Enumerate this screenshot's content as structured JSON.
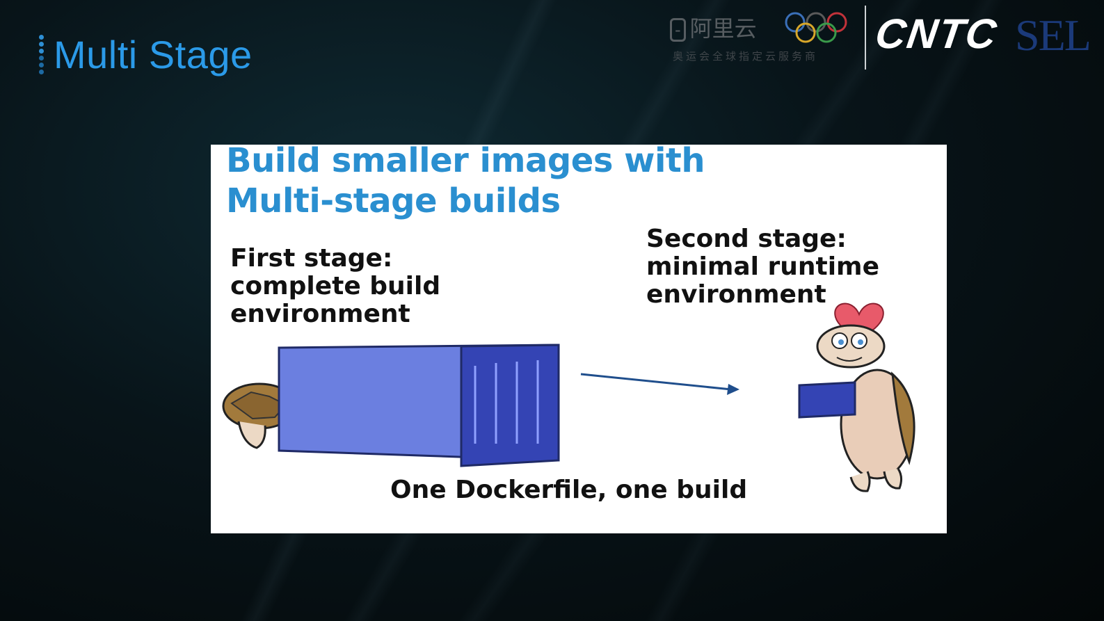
{
  "slide": {
    "title": "Multi Stage"
  },
  "sponsors": {
    "aliyun_name": "阿里云",
    "aliyun_tagline": "奥运会全球指定云服务商",
    "cntc": "CNTC",
    "sel": "SEL"
  },
  "image": {
    "headline_line1": "Build smaller images with",
    "headline_line2": "Multi-stage builds",
    "first_stage": [
      "First stage:",
      "complete build",
      "environment"
    ],
    "second_stage": [
      "Second stage:",
      "minimal runtime",
      "environment"
    ],
    "caption": "One Dockerfile, one build"
  },
  "colors": {
    "title": "#2b9ae8",
    "headline": "#2a8fd0",
    "container": "#5b6fd6",
    "arrow": "#1f4e8c"
  }
}
